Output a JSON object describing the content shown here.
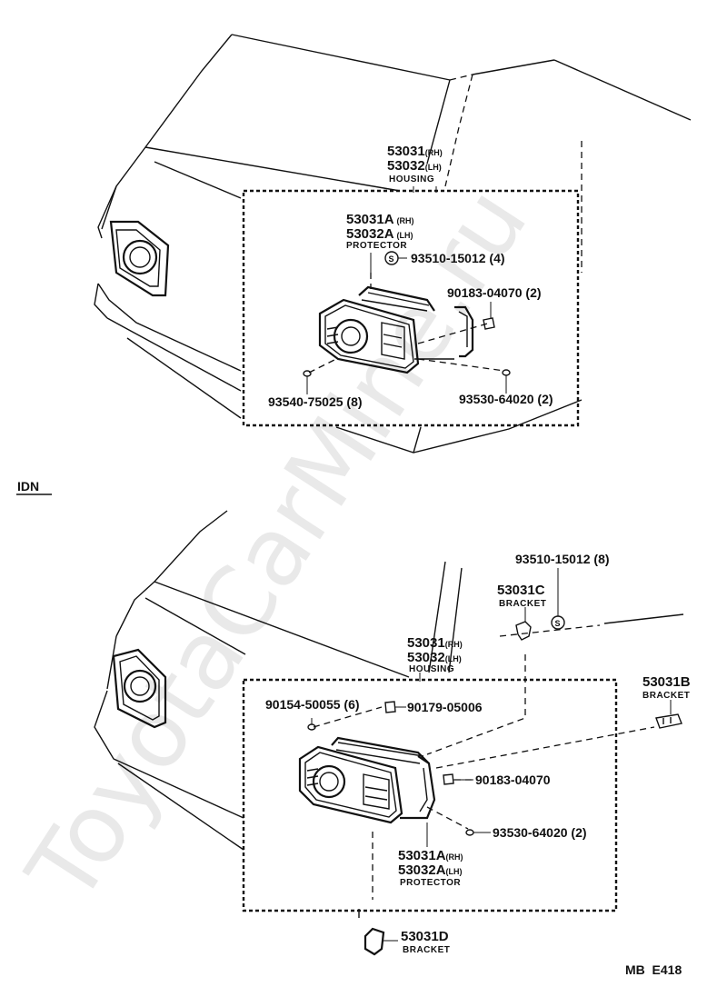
{
  "section_label": "IDN",
  "watermark": "ToyotaCarMine.ru",
  "page_code": "MB  E418",
  "top": {
    "housing": {
      "rh": "53031",
      "rh_suffix": "(RH)",
      "lh": "53032",
      "lh_suffix": "(LH)",
      "name": "HOUSING"
    },
    "protector": {
      "rh": "53031A",
      "rh_suffix": "(RH)",
      "lh": "53032A",
      "lh_suffix": "(LH)",
      "name": "PROTECTOR"
    },
    "clip_symbol": "S",
    "parts": {
      "clip": "93510-15012 (4)",
      "nut": "90183-04070 (2)",
      "screw_left": "93540-75025 (8)",
      "screw_right": "93530-64020 (2)"
    }
  },
  "bottom": {
    "clip": "93510-15012 (8)",
    "clip_symbol": "S",
    "bracket_c": {
      "number": "53031C",
      "name": "BRACKET"
    },
    "bracket_b": {
      "number": "53031B",
      "name": "BRACKET"
    },
    "bracket_d": {
      "number": "53031D",
      "name": "BRACKET"
    },
    "housing": {
      "rh": "53031",
      "rh_suffix": "(RH)",
      "lh": "53032",
      "lh_suffix": "(LH)",
      "name": "HOUSING"
    },
    "protector": {
      "rh": "53031A",
      "rh_suffix": "(RH)",
      "lh": "53032A",
      "lh_suffix": "(LH)",
      "name": "PROTECTOR"
    },
    "parts": {
      "screw_a": "90154-50055 (6)",
      "nut_a": "90179-05006",
      "nut_b": "90183-04070",
      "screw_b": "93530-64020 (2)"
    }
  }
}
